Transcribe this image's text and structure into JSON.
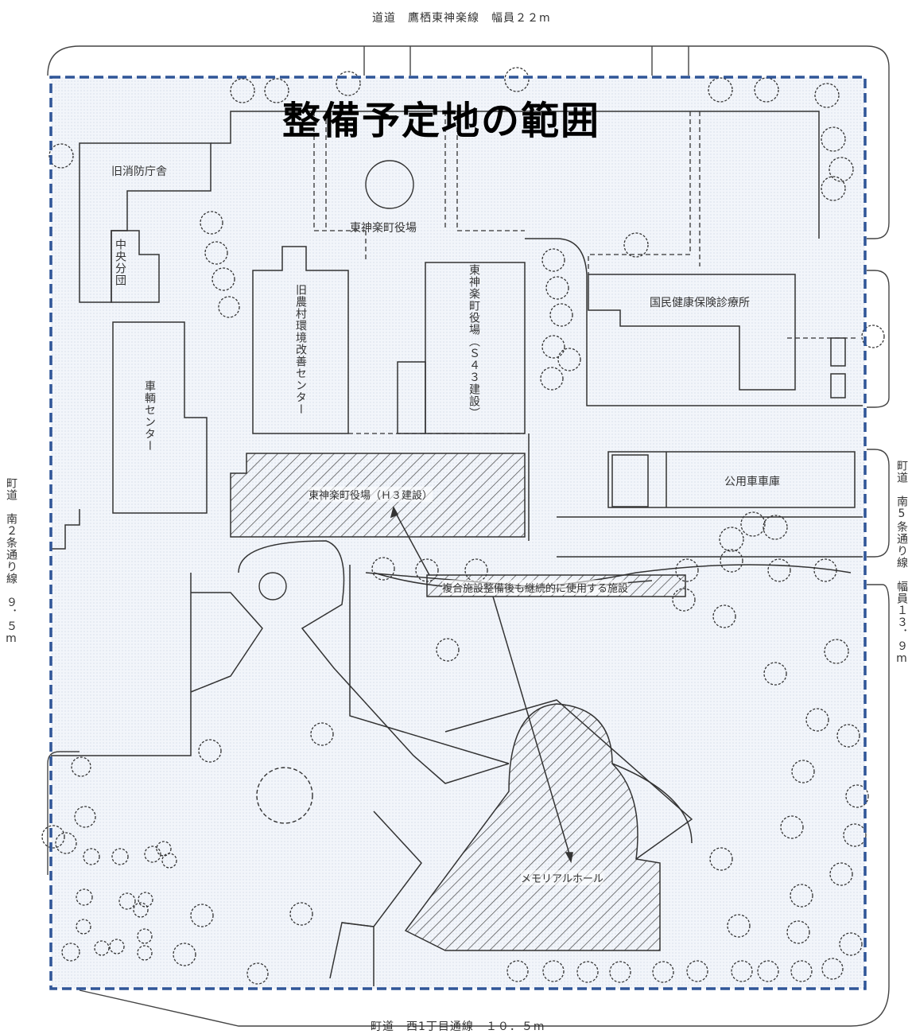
{
  "title": "整備予定地の範囲",
  "roads": {
    "top": "道道　鷹栖東神楽線　幅員２２m",
    "bottom": "町道　西1丁目通線　１０．５m",
    "left": "町道　南２条通り線　９．５m",
    "right": "町道　南5条通り線　幅員１３．９m"
  },
  "buildings": {
    "old_fire_station": "旧消防庁舎",
    "central_branch": "中央分団",
    "vehicle_center": "車輌センター",
    "old_env_center": "旧農村環境改善センター",
    "town_office": "東神楽町役場",
    "town_office_s43": "東神楽町役場（Ｓ４３建設）",
    "town_office_h3": "東神楽町役場（Ｈ３建設）",
    "clinic": "国民健康保険診療所",
    "garage": "公用車車庫",
    "memorial_hall": "メモリアルホール"
  },
  "legend": {
    "continued_use": "複合施設整備後も継続的に使用する施設"
  },
  "colors": {
    "boundary": "#2f5597",
    "lines": "#333333",
    "fill_tint": "#eef2f8"
  }
}
